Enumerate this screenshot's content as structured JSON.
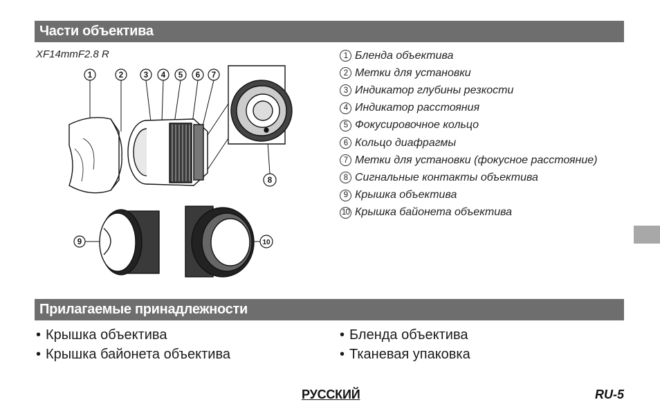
{
  "section1": {
    "title": "Части объектива",
    "model": "XF14mmF2.8 R"
  },
  "parts": [
    {
      "num": "1",
      "label": "Бленда объектива"
    },
    {
      "num": "2",
      "label": "Метки для установки"
    },
    {
      "num": "3",
      "label": "Индикатор глубины резкости"
    },
    {
      "num": "4",
      "label": "Индикатор расстояния"
    },
    {
      "num": "5",
      "label": "Фокусировочное кольцо"
    },
    {
      "num": "6",
      "label": "Кольцо диафрагмы"
    },
    {
      "num": "7",
      "label": "Метки для установки (фокусное расстояние)"
    },
    {
      "num": "8",
      "label": "Сигнальные контакты объектива"
    },
    {
      "num": "9",
      "label": "Крышка объектива"
    },
    {
      "num": "10",
      "label": "Крышка байонета объектива"
    }
  ],
  "section2": {
    "title": "Прилагаемые принадлежности"
  },
  "accessories": {
    "left": [
      "Крышка объектива",
      "Крышка байонета объектива"
    ],
    "right": [
      "Бленда объектива",
      "Тканевая упаковка"
    ]
  },
  "footer": {
    "language": "РУССКИЙ",
    "page": "RU-5"
  },
  "colors": {
    "section_bar": "#6e6e6e",
    "side_tab": "#a8a8a8"
  }
}
